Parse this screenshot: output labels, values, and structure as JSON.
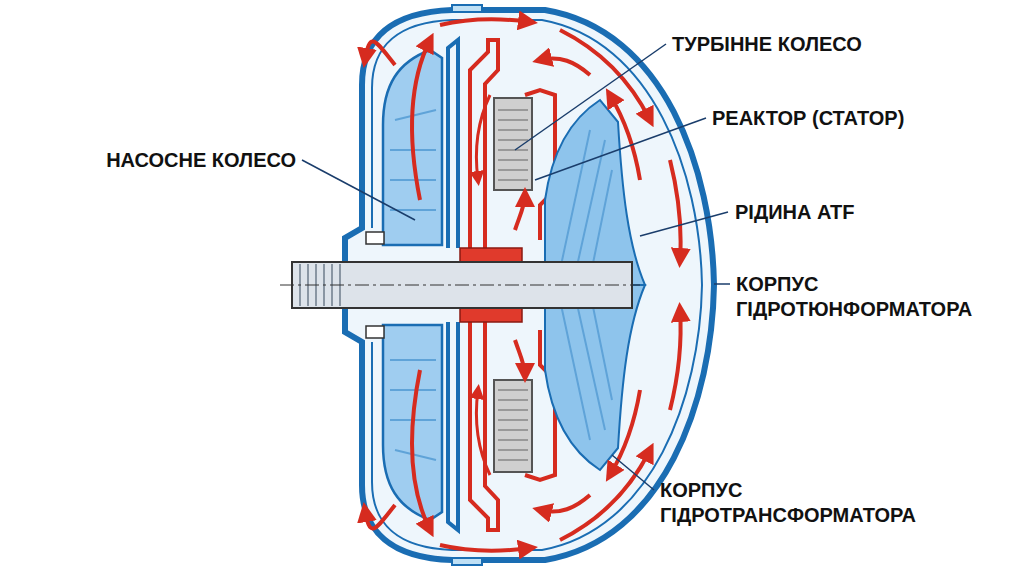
{
  "diagram": {
    "labels": [
      "ТУРБІННЕ КОЛЕСО",
      "РЕАКТОР (СТАТОР)",
      "НАСОСНЕ КОЛЕСО",
      "РІДИНА ATF",
      "КОРПУС ГІДРОТЮНФОРМАТОРА",
      "КОРПУС ГІДРОТРАНСФОРМАТОРА"
    ]
  }
}
